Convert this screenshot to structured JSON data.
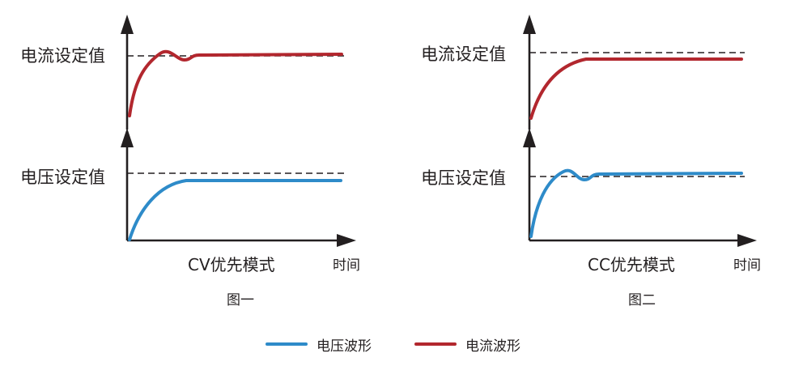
{
  "panels": [
    {
      "current_setpoint_label": "电流设定值",
      "voltage_setpoint_label": "电压设定值",
      "mode_label": "CV优先模式",
      "time_label": "时间",
      "caption": "图一"
    },
    {
      "current_setpoint_label": "电流设定值",
      "voltage_setpoint_label": "电压设定值",
      "mode_label": "CC优先模式",
      "time_label": "时间",
      "caption": "图二"
    }
  ],
  "legend": {
    "voltage": "电压波形",
    "current": "电流波形"
  },
  "colors": {
    "voltage_wave": "#2e8bc9",
    "current_wave": "#b2272e",
    "axis": "#231f20",
    "setpoint_line": "#231f20"
  }
}
